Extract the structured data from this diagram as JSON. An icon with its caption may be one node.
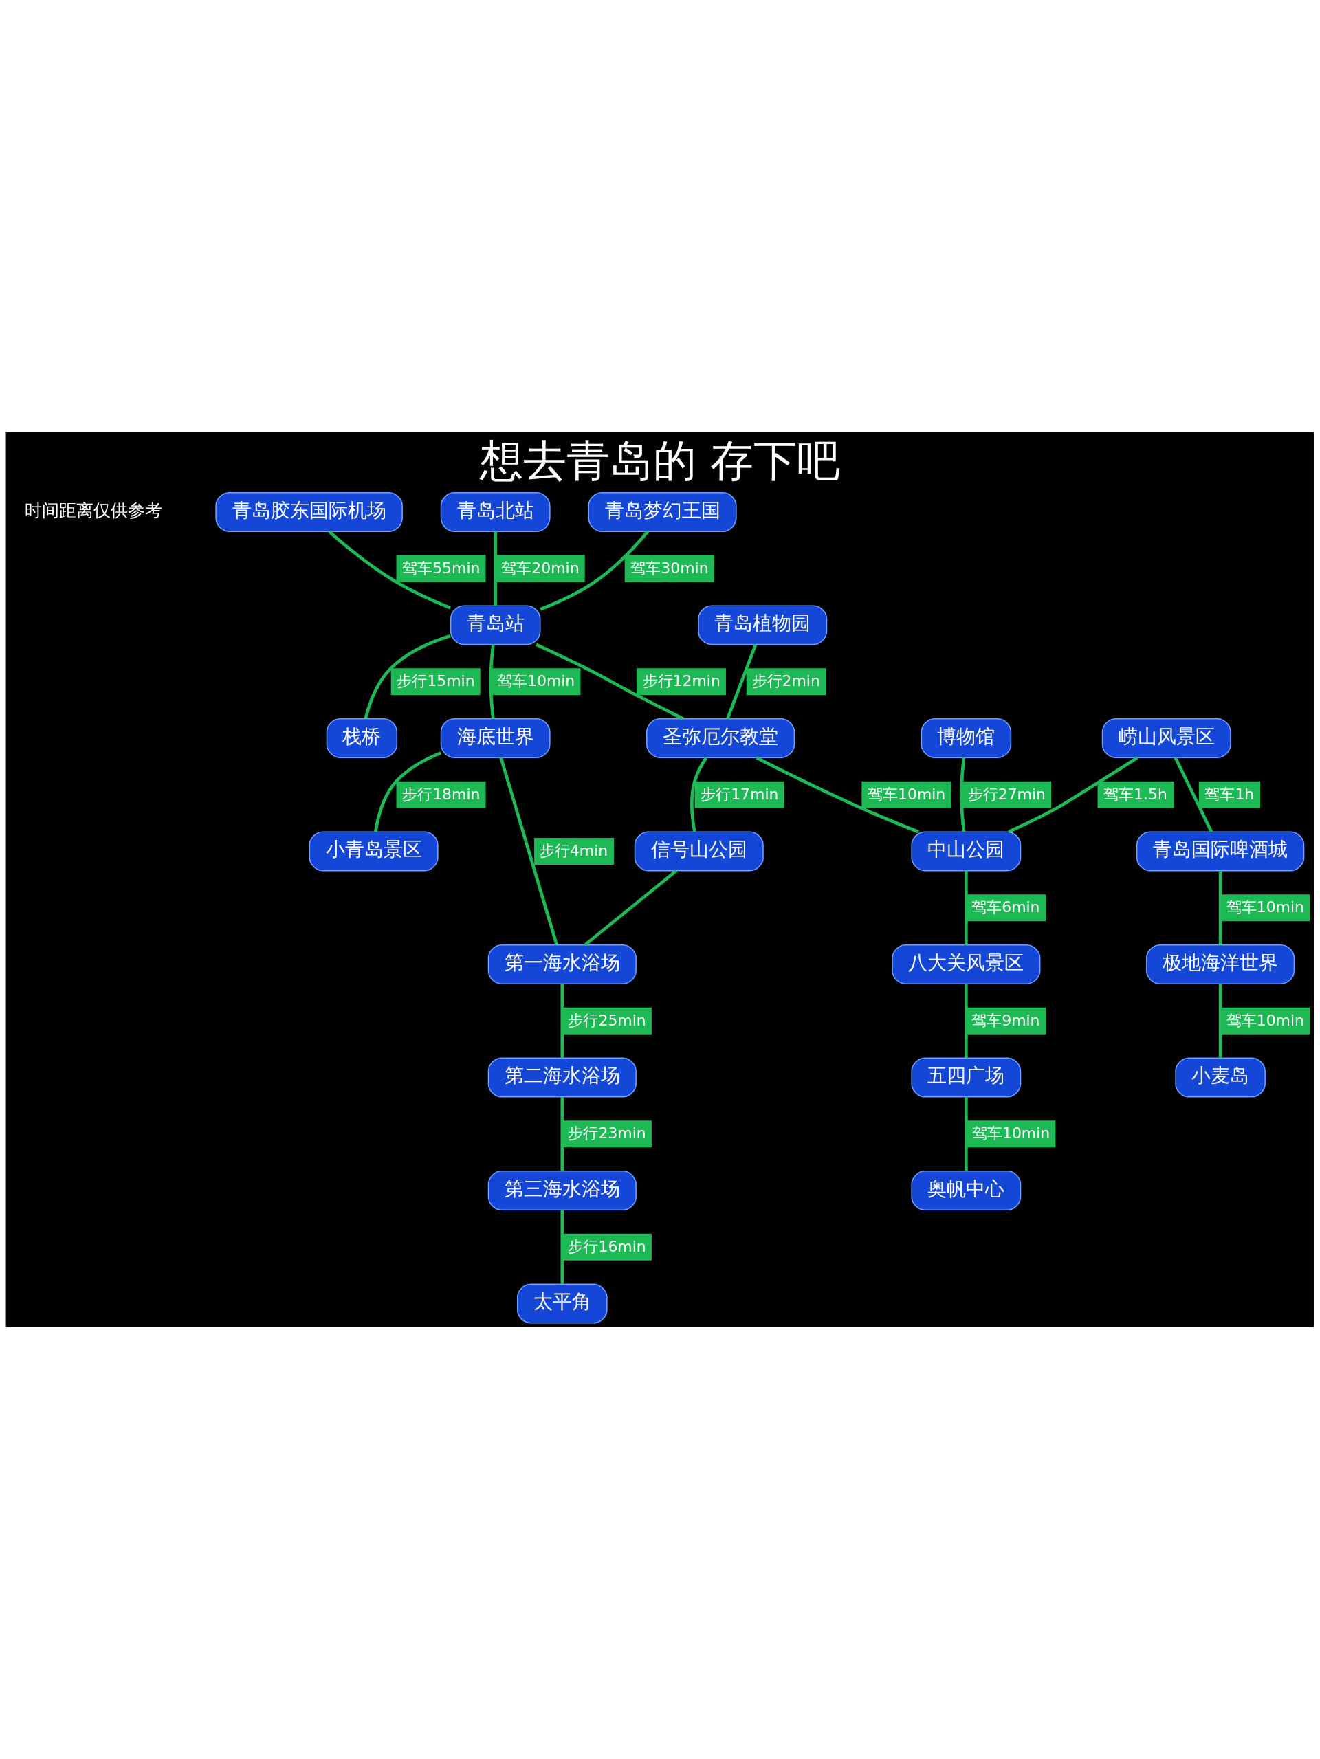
{
  "diagram": {
    "title": "想去青岛的 存下吧",
    "nodes": [
      {
        "text": [
          "青岛胶东国际机场"
        ]
      },
      {
        "text": [
          "青岛北站"
        ]
      },
      {
        "text": [
          "青岛梦幻王国"
        ]
      },
      {
        "text": [
          "博物馆"
        ]
      },
      {
        "text": [
          "崂山风景区"
        ]
      },
      {
        "text": [
          "青岛植物园"
        ]
      },
      {
        "text": [
          "青岛站"
        ]
      },
      {
        "text": [
          "圣弥厄尔教堂"
        ]
      },
      {
        "text": [
          "中山公园"
        ]
      },
      {
        "text": [
          "青岛国际啤酒城"
        ]
      },
      {
        "text": [
          "栈桥"
        ]
      },
      {
        "text": [
          "八大关风景区"
        ]
      },
      {
        "text": [
          "信号山公园"
        ]
      },
      {
        "text": [
          "极地海洋世界"
        ]
      },
      {
        "text": [
          "海底世界"
        ]
      },
      {
        "text": [
          "第一海水浴场"
        ]
      },
      {
        "text": [
          "五四广场"
        ]
      },
      {
        "text": [
          "第二海水浴场"
        ]
      },
      {
        "text": [
          "小青岛景区"
        ]
      },
      {
        "text": [
          "奥帆中心"
        ]
      },
      {
        "text": [
          "小麦岛"
        ]
      },
      {
        "text": [
          "第三海水浴场"
        ]
      },
      {
        "text": [
          "太平角"
        ]
      }
    ],
    "edges": [
      {
        "from": 0,
        "to": 6,
        "arrow": "none",
        "label": "驾车55min"
      },
      {
        "from": 1,
        "to": 6,
        "arrow": "none",
        "label": "驾车20min"
      },
      {
        "from": 2,
        "to": 6,
        "arrow": "none",
        "label": "驾车30min"
      },
      {
        "from": 6,
        "to": 7,
        "arrow": "none",
        "label": "步行12min"
      },
      {
        "from": 6,
        "to": 10,
        "arrow": "none",
        "label": "步行15min"
      },
      {
        "from": 6,
        "to": 14,
        "arrow": "none",
        "label": "驾车10min"
      },
      {
        "from": 5,
        "to": 7,
        "arrow": "none",
        "label": "步行2min"
      },
      {
        "from": 7,
        "to": 8,
        "arrow": "none",
        "label": "驾车10min"
      },
      {
        "from": 3,
        "to": 8,
        "arrow": "none",
        "label": "步行27min"
      },
      {
        "from": 4,
        "to": 8,
        "arrow": "none",
        "label": "驾车1.5h"
      },
      {
        "from": 4,
        "to": 9,
        "arrow": "none",
        "label": "驾车1h"
      },
      {
        "from": 9,
        "to": 13,
        "arrow": "none",
        "label": "驾车10min"
      },
      {
        "from": 13,
        "to": 20,
        "arrow": "none",
        "label": "驾车10min"
      },
      {
        "from": 8,
        "to": 11,
        "arrow": "none",
        "label": "驾车6min"
      },
      {
        "from": 11,
        "to": 16,
        "arrow": "none",
        "label": "驾车9min"
      },
      {
        "from": 16,
        "to": 19,
        "arrow": "none",
        "label": "驾车10min"
      },
      {
        "from": 7,
        "to": 12,
        "arrow": "none",
        "label": "步行17min"
      },
      {
        "from": 12,
        "to": 15,
        "arrow": "none"
      },
      {
        "from": 14,
        "to": 15,
        "arrow": "none",
        "label": "步行4min"
      },
      {
        "from": 14,
        "to": 18,
        "arrow": "none",
        "label": "步行18min"
      },
      {
        "from": 15,
        "to": 17,
        "arrow": "none",
        "label": "步行25min"
      },
      {
        "from": 17,
        "to": 21,
        "arrow": "none",
        "label": "步行23min"
      },
      {
        "from": 21,
        "to": 22,
        "arrow": "none",
        "label": "步行16min"
      }
    ],
    "labels": [
      "时间距离仅供参考"
    ]
  }
}
